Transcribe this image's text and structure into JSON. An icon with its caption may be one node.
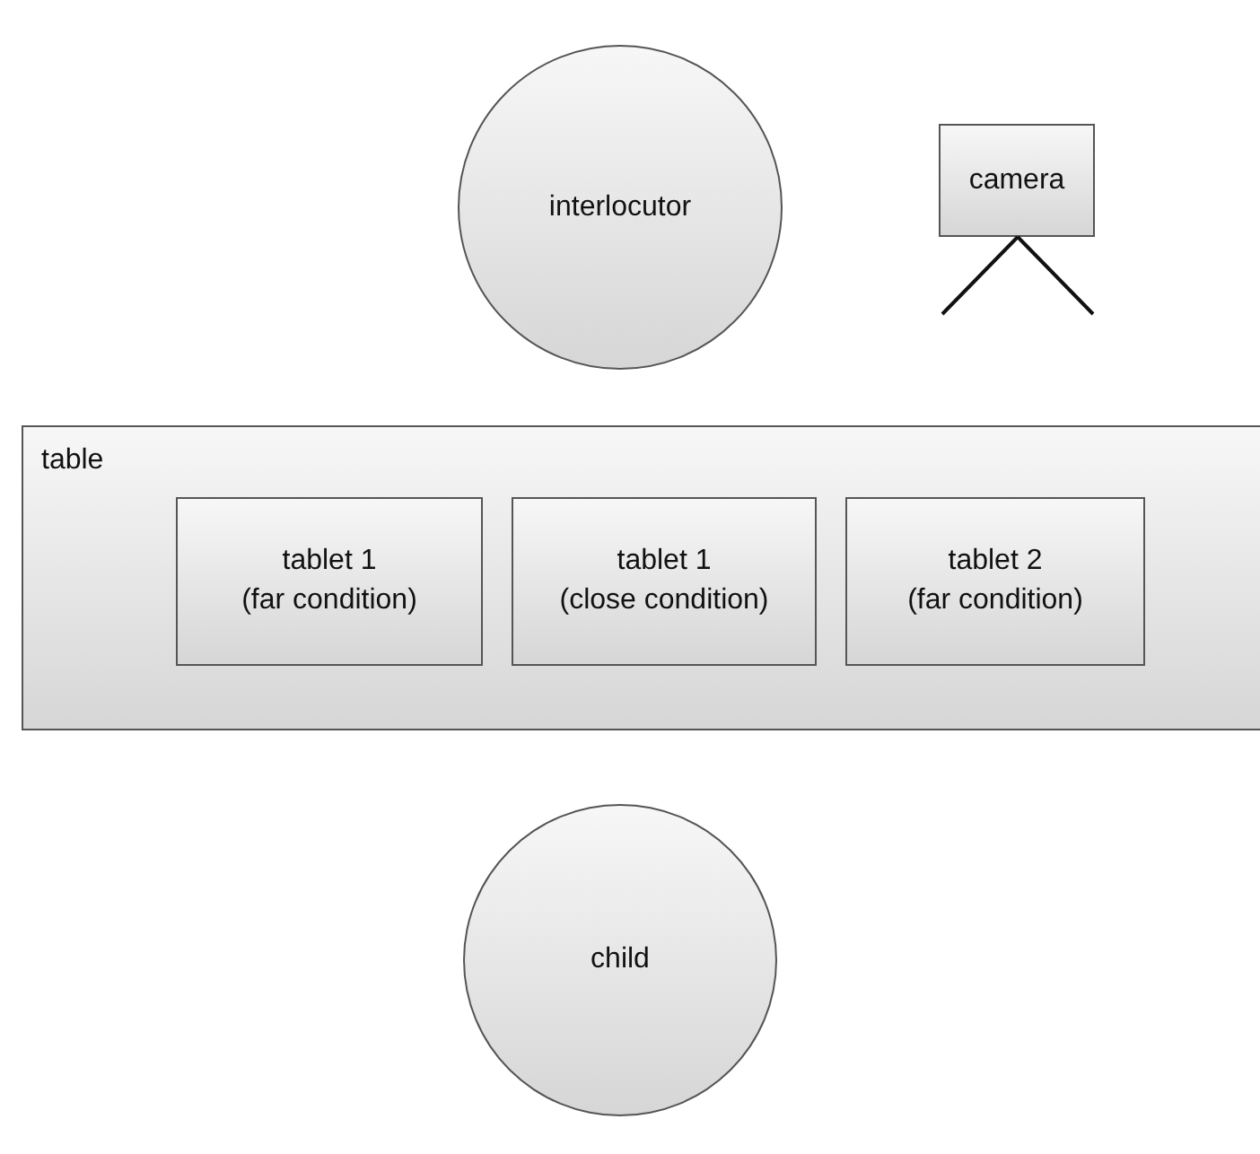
{
  "diagram": {
    "nodes": [
      {
        "text": [
          "interlocutor"
        ]
      },
      {
        "text": [
          "camera"
        ]
      },
      {
        "text": [
          "table"
        ]
      },
      {
        "text": [
          "tablet 1",
          "(far condition)"
        ],
        "in": 2
      },
      {
        "text": [
          "tablet 1",
          "(close condition)"
        ],
        "in": 2
      },
      {
        "text": [
          "tablet 2",
          "(far condition)"
        ],
        "in": 2
      },
      {
        "text": [
          "child"
        ]
      }
    ]
  }
}
